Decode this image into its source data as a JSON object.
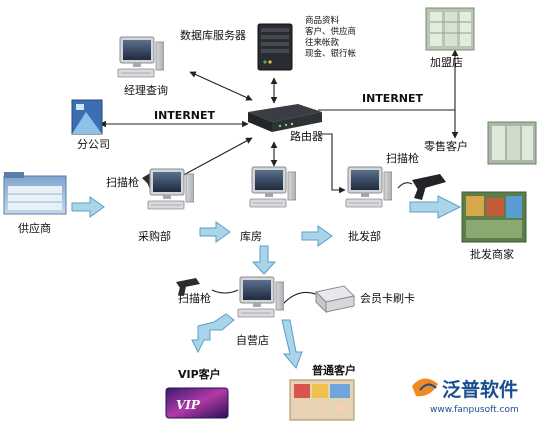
{
  "nodes": {
    "db_server": "数据库服务器",
    "db_contents": [
      "商品资料",
      "客户、供应商",
      "往来帐款",
      "现金、银行帐"
    ],
    "manager": "经理查询",
    "franchise": "加盟店",
    "branch": "分公司",
    "router": "路由器",
    "retail_customer": "零售客户",
    "internet_left": "INTERNET",
    "internet_right": "INTERNET",
    "supplier": "供应商",
    "scanner_purchase": "扫描枪",
    "purchase_dept": "采购部",
    "warehouse": "库房",
    "wholesale_dept": "批发部",
    "scanner_wholesale": "扫描枪",
    "wholesale_merchant": "批发商家",
    "scanner_store": "扫描枪",
    "card_reader": "会员卡刷卡",
    "own_store": "自营店",
    "vip_customer": "VIP客户",
    "regular_customer": "普通客户"
  },
  "vip_card_text": "VIP",
  "brand": {
    "name": "泛普软件",
    "url": "www.fanpusoft.com"
  },
  "colors": {
    "flow_arrow": "#a9d4ea",
    "flow_arrow_edge": "#5a9fc6",
    "link": "#222222",
    "brand": "#1a4f8f",
    "brand_orange": "#f08a24"
  }
}
